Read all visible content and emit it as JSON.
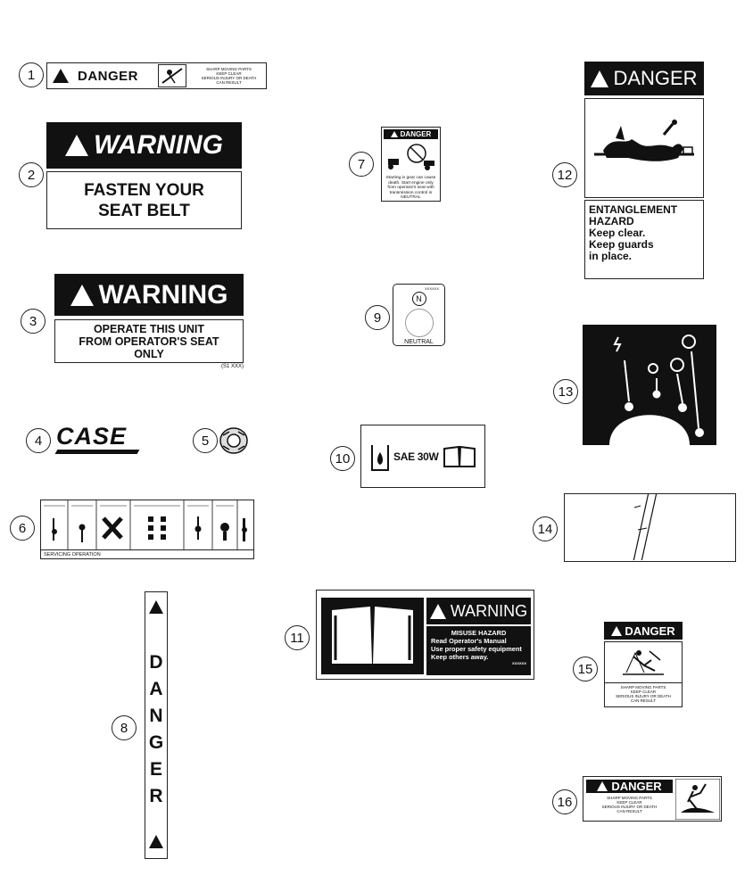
{
  "callouts": [
    "1",
    "2",
    "3",
    "4",
    "5",
    "6",
    "7",
    "8",
    "9",
    "10",
    "11",
    "12",
    "13",
    "14",
    "15",
    "16"
  ],
  "decal1": {
    "title": "DANGER",
    "lines": [
      "SHARP MOVING PARTS",
      "KEEP CLEAR",
      "SERIOUS INJURY OR DEATH",
      "CAN RESULT"
    ]
  },
  "decal2": {
    "title": "WARNING",
    "line1": "FASTEN YOUR",
    "line2": "SEAT BELT"
  },
  "decal3": {
    "title": "WARNING",
    "line1": "OPERATE  THIS UNIT",
    "line2": "FROM  OPERATOR'S SEAT",
    "line3": "ONLY",
    "part": "(S1  XXX)"
  },
  "decal4": {
    "logo": "CASE"
  },
  "decal6": {
    "footer": "SERVICING OPERATION"
  },
  "decal7": {
    "title": "DANGER",
    "text": "Starting in gear can cause death. Start engine only from operator's seat with transmission control in NEUTRAL"
  },
  "decal8": {
    "letters": [
      "D",
      "A",
      "N",
      "G",
      "E",
      "R"
    ]
  },
  "decal9": {
    "code": "N",
    "label": "NEUTRAL",
    "part": "XXXXXX"
  },
  "decal10": {
    "text": "SAE 30W"
  },
  "decal11": {
    "title": "WARNING",
    "heading": "MISUSE HAZARD",
    "l1": "Read Operator's Manual",
    "l2": "Use proper safety equipment",
    "l3": "Keep others away.",
    "part": "XXXXXX"
  },
  "decal12": {
    "title": "DANGER",
    "l1": "ENTANGLEMENT",
    "l2": "HAZARD",
    "l3": "Keep clear.",
    "l4": "Keep guards",
    "l5": "in place."
  },
  "decal15": {
    "title": "DANGER",
    "lines": [
      "SHARP MOVING PARTS",
      "KEEP CLEAR",
      "SERIOUS INJURY OR DEATH",
      "CAN RESULT"
    ]
  },
  "decal16": {
    "title": "DANGER",
    "lines": [
      "SHARP MOVING PARTS",
      "KEEP CLEAR",
      "SERIOUS INJURY OR DEATH",
      "CAN RESULT"
    ]
  }
}
